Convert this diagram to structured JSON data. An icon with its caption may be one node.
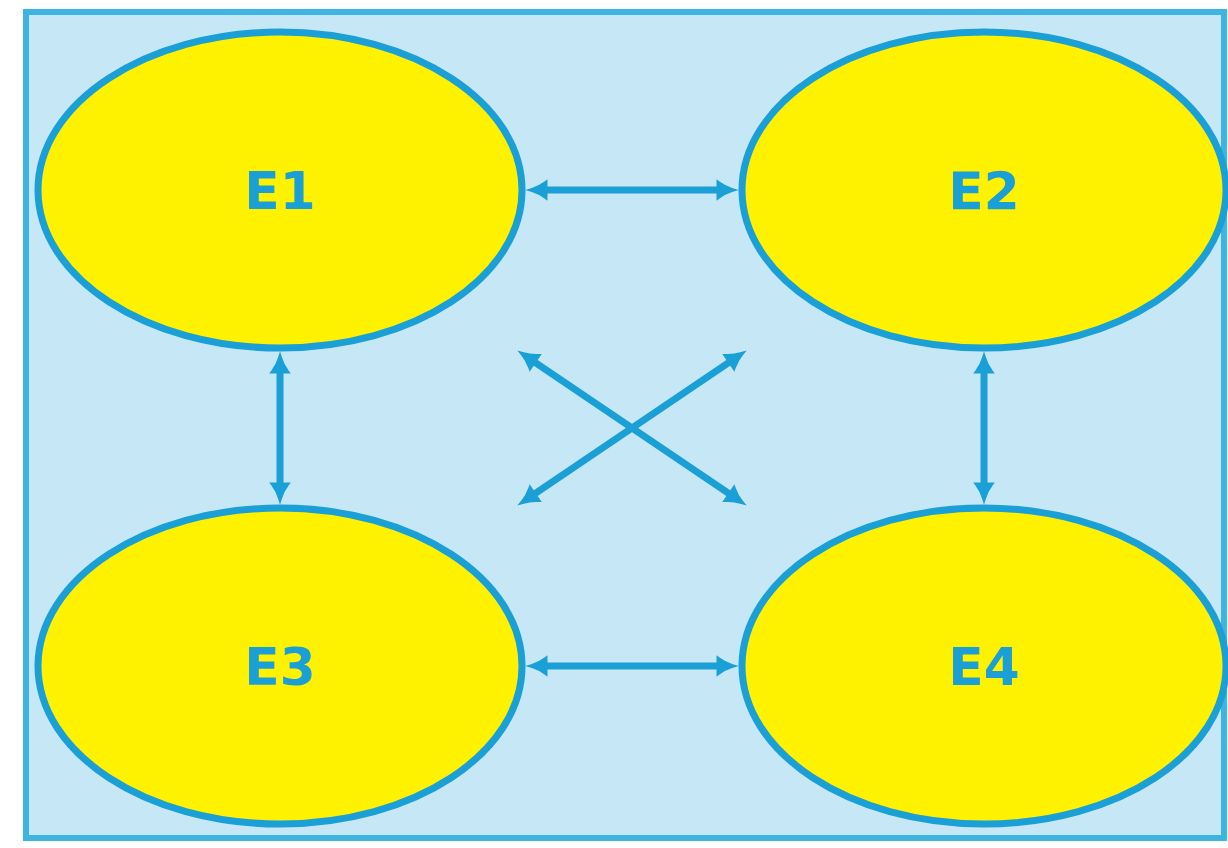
{
  "diagram": {
    "nodes": [
      {
        "text": [
          "E1"
        ]
      },
      {
        "text": [
          "E2"
        ]
      },
      {
        "text": [
          "E3"
        ]
      },
      {
        "text": [
          "E4"
        ]
      }
    ],
    "edges": [
      {
        "from": 0,
        "to": 1,
        "arrow": "both"
      },
      {
        "from": 0,
        "to": 2,
        "arrow": "both"
      },
      {
        "from": 1,
        "to": 3,
        "arrow": "both"
      },
      {
        "from": 2,
        "to": 3,
        "arrow": "both"
      },
      {
        "from": 0,
        "to": 3,
        "arrow": "both"
      },
      {
        "from": 1,
        "to": 2,
        "arrow": "both"
      }
    ]
  }
}
